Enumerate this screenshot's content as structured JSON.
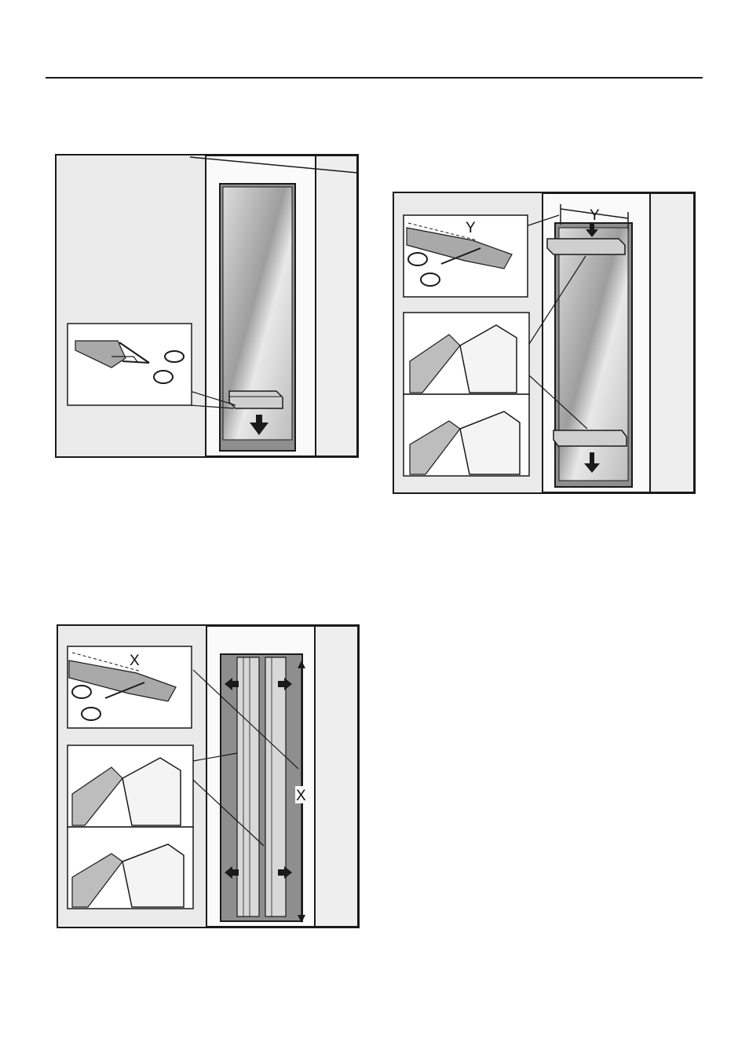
{
  "figures": [
    {
      "id": "fig-1"
    },
    {
      "id": "fig-2",
      "dimension_label": "Y"
    },
    {
      "id": "fig-3",
      "dimension_label": "X"
    }
  ],
  "colors": {
    "line": "#1a1a1a",
    "wall": "#e6e6e6",
    "glass": "#c4c4c4",
    "inset": "#ffffff"
  }
}
